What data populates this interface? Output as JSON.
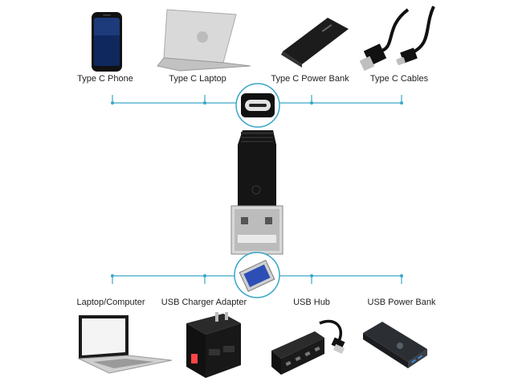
{
  "top_devices": [
    {
      "label": "Type C Phone",
      "icon": "smartphone-icon"
    },
    {
      "label": "Type C Laptop",
      "icon": "laptop-icon"
    },
    {
      "label": "Type C Power Bank",
      "icon": "power-bank-icon"
    },
    {
      "label": "Type C Cables",
      "icon": "usb-c-cable-icon"
    }
  ],
  "bottom_devices": [
    {
      "label": "Laptop/Computer",
      "icon": "laptop-icon"
    },
    {
      "label": "USB Charger Adapter",
      "icon": "wall-charger-icon"
    },
    {
      "label": "USB Hub",
      "icon": "usb-hub-icon"
    },
    {
      "label": "USB Power Bank",
      "icon": "power-bank-icon"
    }
  ],
  "adapter": {
    "icon": "usb-a-to-usb-c-adapter-icon"
  },
  "top_port": {
    "icon": "usb-c-port-icon"
  },
  "bottom_port": {
    "icon": "usb-a-plug-icon"
  },
  "colors": {
    "connector_line": "#3aa6c8",
    "device_dark": "#1a1a1a"
  }
}
